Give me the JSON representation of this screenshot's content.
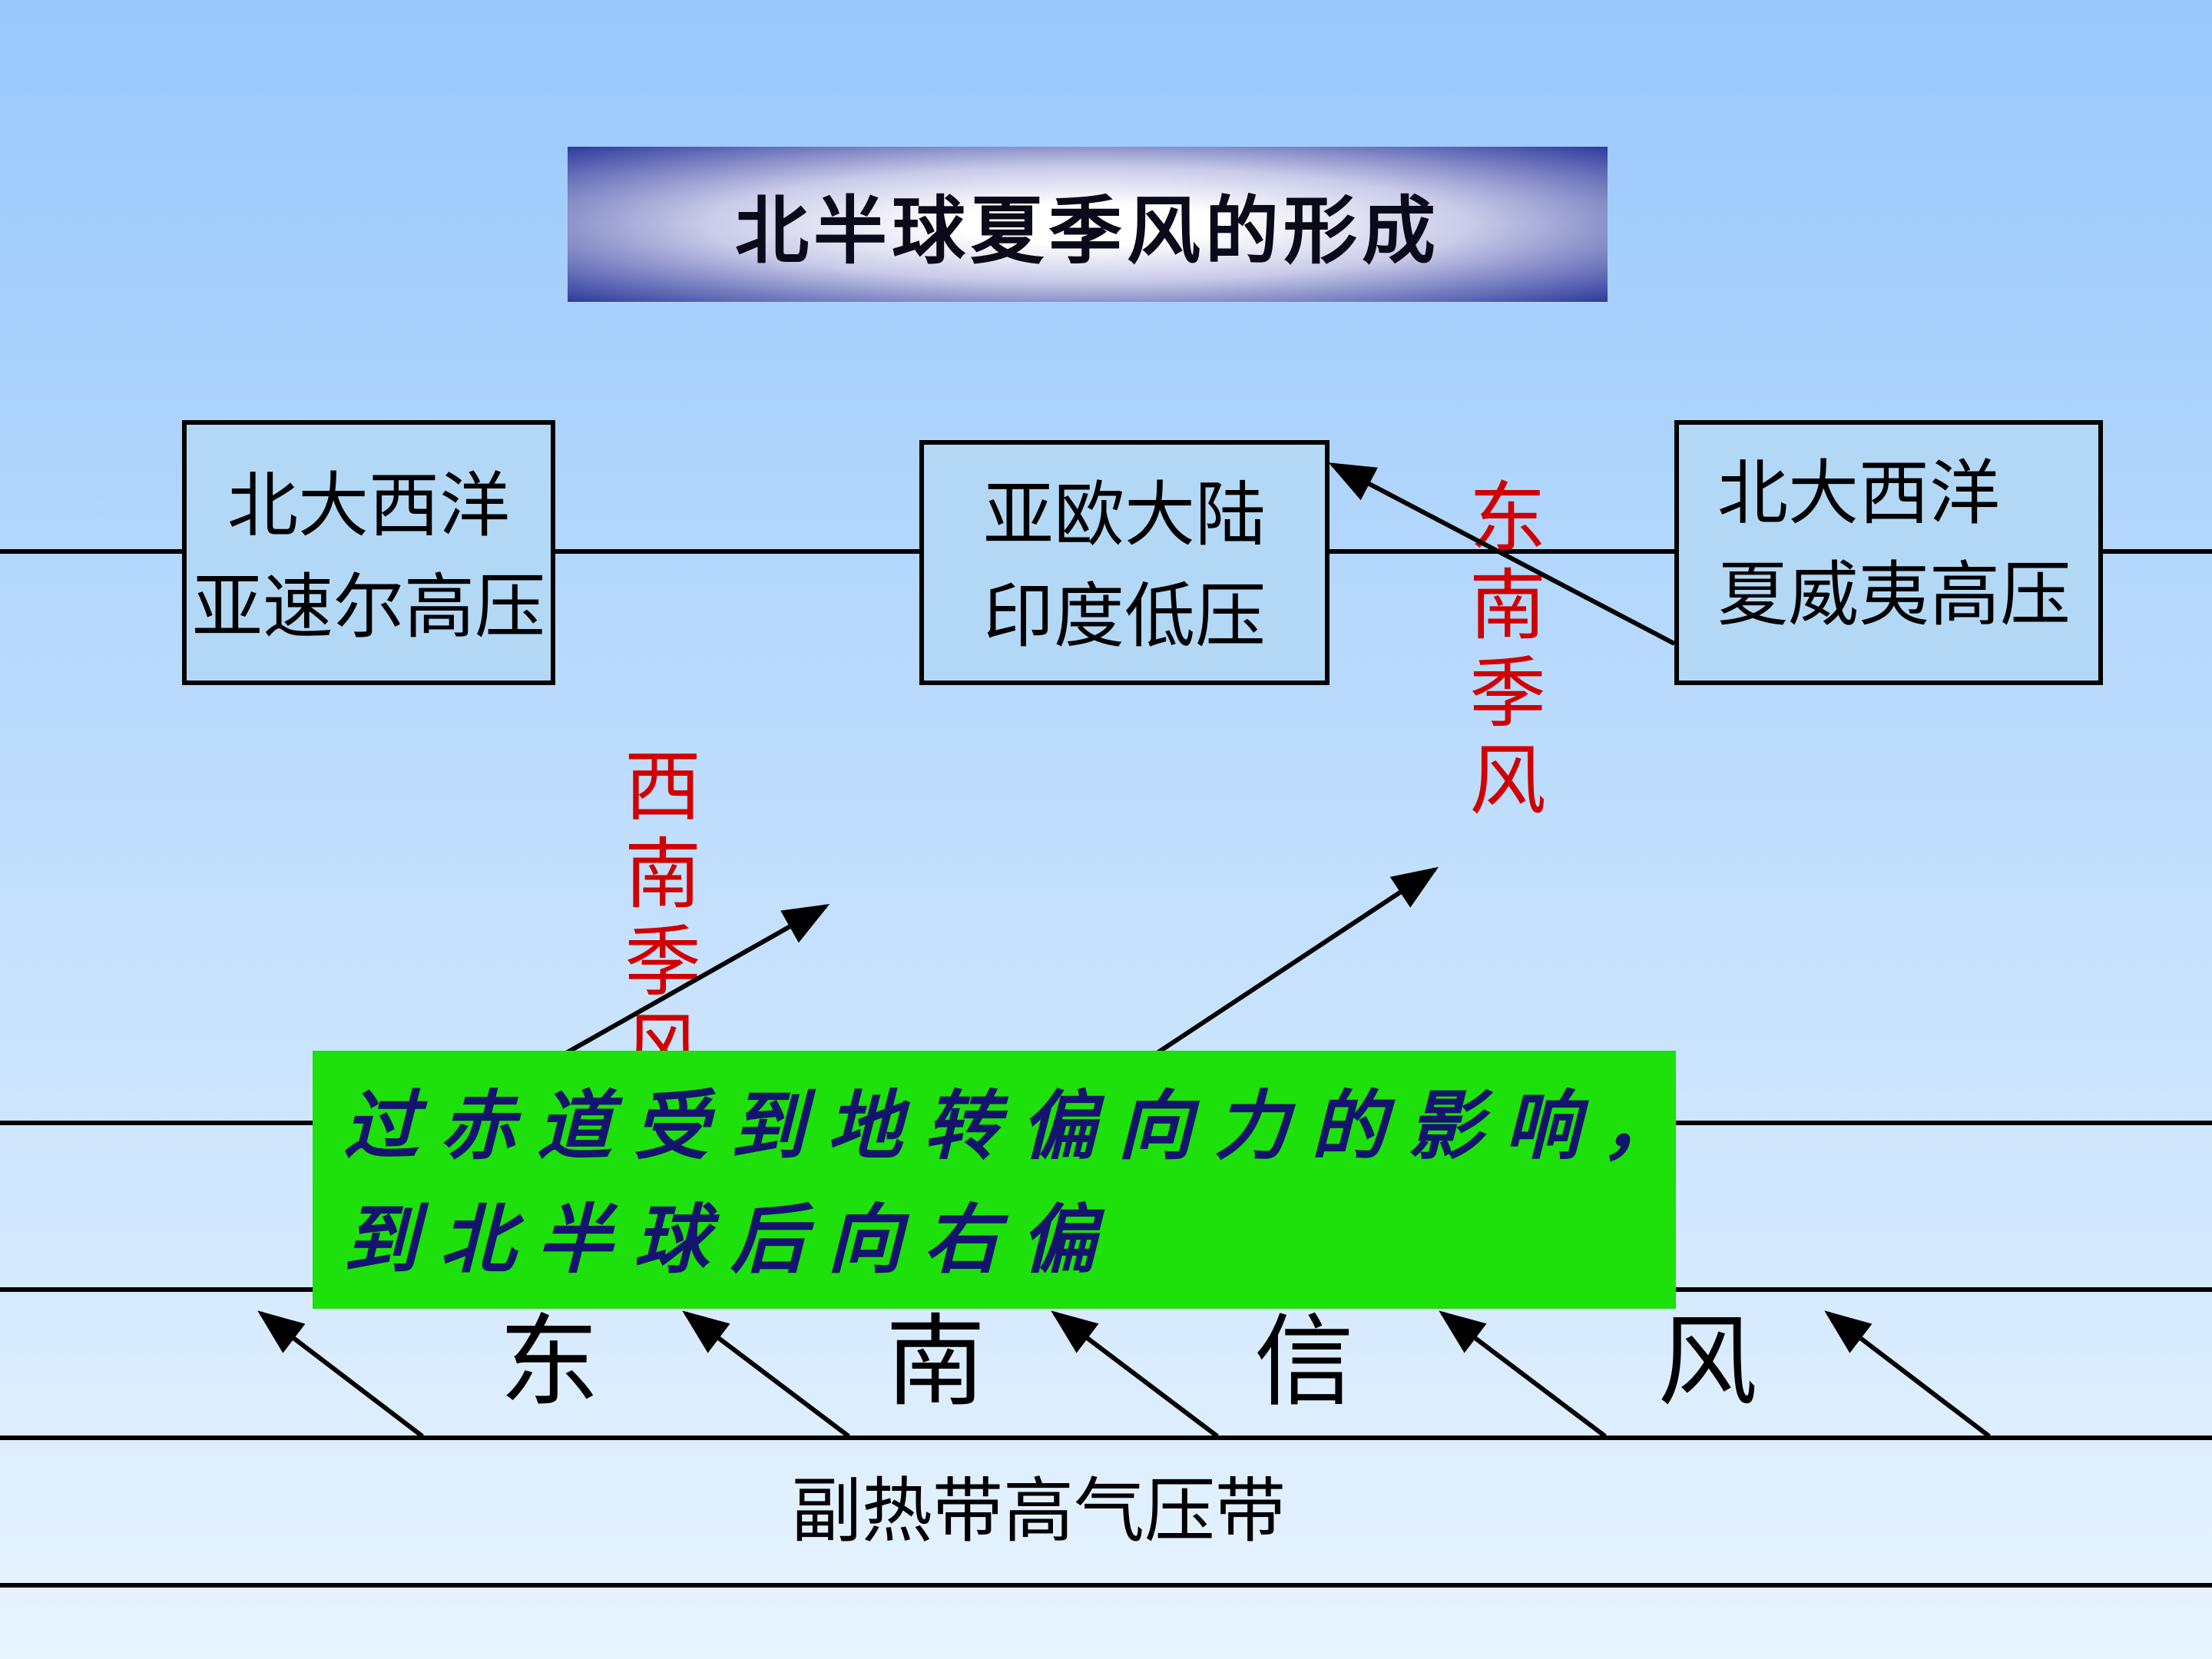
{
  "title": "北半球夏季风的形成",
  "pressure_centers": {
    "left": {
      "line1": "北大西洋",
      "line2": "亚速尔高压"
    },
    "center": {
      "line1": "亚欧大陆",
      "line2": "印度低压"
    },
    "right": {
      "line1": "北大西洋",
      "line2": "夏威夷高压"
    }
  },
  "monsoon_labels": {
    "southwest": [
      "西",
      "南",
      "季",
      "风"
    ],
    "southeast": [
      "东",
      "南",
      "季",
      "风"
    ]
  },
  "explanation": {
    "line1": "过赤道受到地转偏向力的影响，",
    "line2": "到北半球后向右偏"
  },
  "trade_wind": [
    "东",
    "南",
    "信",
    "风"
  ],
  "belt_label": "副热带高气压带",
  "colors": {
    "monsoon_label": "#d00000",
    "explanation_bg": "#1ee00a",
    "explanation_text": "#14146e"
  }
}
